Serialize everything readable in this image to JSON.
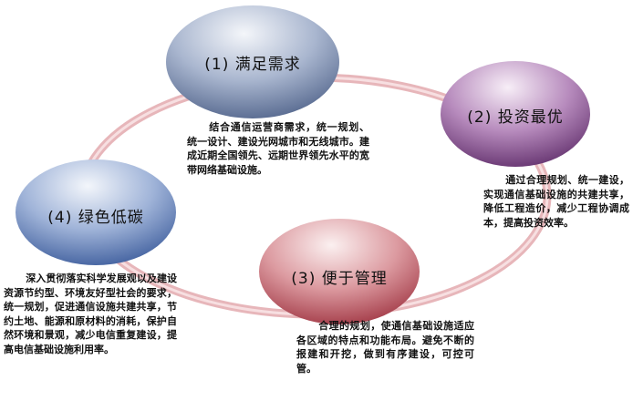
{
  "nodes": [
    {
      "label": "(1) 满足需求",
      "color": "#7a8db0",
      "desc": "结合通信运营商需求，统一规划、统一设计、建设光网城市和无线城市。建成近期全国领先、远期世界领先水平的宽带网络基础设施。"
    },
    {
      "label": "(2) 投资最优",
      "color": "#8d5a94",
      "desc": "通过合理规划、统一建设，实现通信基础设施的共建共享，降低工程造价，减少工程协调成本，提高投资效率。"
    },
    {
      "label": "(3) 便于管理",
      "color": "#c25f6a",
      "desc": "合理的规划，使通信基础设施适应各区域的特点和功能布局。避免不断的报建和开挖，做到有序建设，可控可管。"
    },
    {
      "label": "(4) 绿色低碳",
      "color": "#5f7fb8",
      "desc": "深入贯彻落实科学发展观以及建设资源节约型、环境友好型社会的要求，统一规划，促进通信设施共建共享，节约土地、能源和原材料的消耗，保护自然环境和景观，减少电信重复建设，提高电信基础设施利用率。"
    }
  ]
}
